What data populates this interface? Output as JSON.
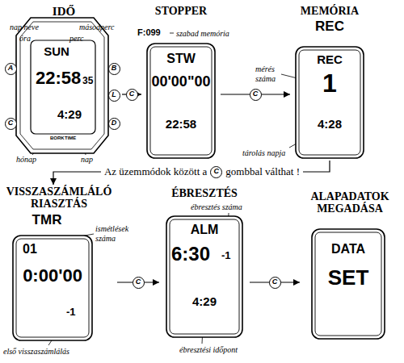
{
  "diagram": {
    "nodes": [
      {
        "text": [
          "IDŐ",
          "SUN",
          "22:58",
          "35",
          "4:29"
        ]
      },
      {
        "text": [
          "STOPPER",
          "STW",
          "00'00\"00",
          "22:58"
        ]
      },
      {
        "text": [
          "MEMÓRIA",
          "REC",
          "REC",
          "1",
          "4:28"
        ]
      },
      {
        "text": [
          "VISSZASZÁMLÁLÓ RIASZTÁS",
          "TMR",
          "01",
          "0:00'00",
          "-1"
        ]
      },
      {
        "text": [
          "ÉBRESZTÉS",
          "ALM",
          "6:30",
          "-1",
          "4:29"
        ]
      },
      {
        "text": [
          "ALAPADATOK MEGADÁSA",
          "DATA",
          "SET"
        ]
      }
    ],
    "edges": [
      {
        "from": 0,
        "to": 1,
        "arrow": "to",
        "label": "C"
      },
      {
        "from": 1,
        "to": 2,
        "arrow": "to",
        "label": "C"
      },
      {
        "from": 2,
        "to": 3,
        "arrow": "to"
      },
      {
        "from": 3,
        "to": 4,
        "arrow": "to",
        "label": "C"
      },
      {
        "from": 4,
        "to": 5,
        "arrow": "to",
        "label": "C"
      }
    ],
    "labels": [
      "A",
      "B",
      "L",
      "C",
      "D",
      "BORK",
      "TIME",
      "nap neve",
      "óra",
      "perc",
      "másodperc",
      "hónap",
      "nap",
      "F:099",
      "szabad memória",
      "mérés száma",
      "tárolás napja",
      "Az üzemmódok között a",
      "C",
      "gombbal válthat !",
      "ismétlések száma",
      "első visszaszámlálás",
      "ébresztés száma",
      "ébresztési időpont"
    ]
  }
}
